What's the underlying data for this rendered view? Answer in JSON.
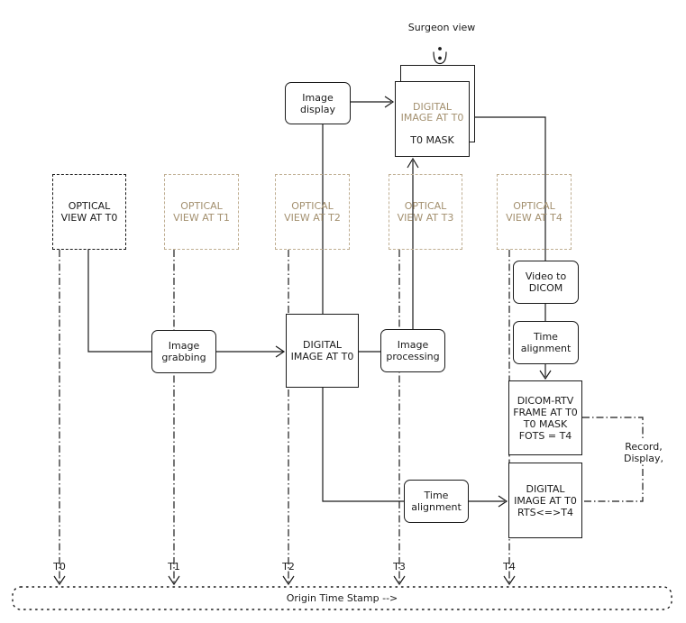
{
  "diagram": {
    "surgeon_view": "Surgeon view",
    "optical_views": [
      "OPTICAL\nVIEW AT T0",
      "OPTICAL\nVIEW AT T1",
      "OPTICAL\nVIEW AT T2",
      "OPTICAL\nVIEW AT T3",
      "OPTICAL\nVIEW AT T4"
    ],
    "image_display": "Image\ndisplay",
    "image_grabbing": "Image\ngrabbing",
    "digital_image_t0": "DIGITAL\nIMAGE AT T0",
    "image_processing": "Image\nprocessing",
    "video_to_dicom": "Video to\nDICOM",
    "time_alignment_right": "Time\nalignment",
    "time_alignment_bottom": "Time\nalignment",
    "dicom_rtv_frame": "DICOM-RTV\nFRAME AT T0\nT0 MASK\nFOTS = T4",
    "digital_image_rts": "DIGITAL\nIMAGE AT T0\nRTS<=>T4",
    "surgeon_display": {
      "faded": "DIGITAL\nIMAGE AT T0",
      "mask": "T0 MASK"
    },
    "record_display": "Record,\nDisplay,",
    "timeline": {
      "labels": [
        "T0",
        "T1",
        "T2",
        "T3",
        "T4"
      ],
      "origin": "Origin Time Stamp -->"
    },
    "colors": {
      "ink": "#1a1a1a",
      "faded_text": "#a3906f",
      "faded_border": "#bfae92"
    }
  }
}
